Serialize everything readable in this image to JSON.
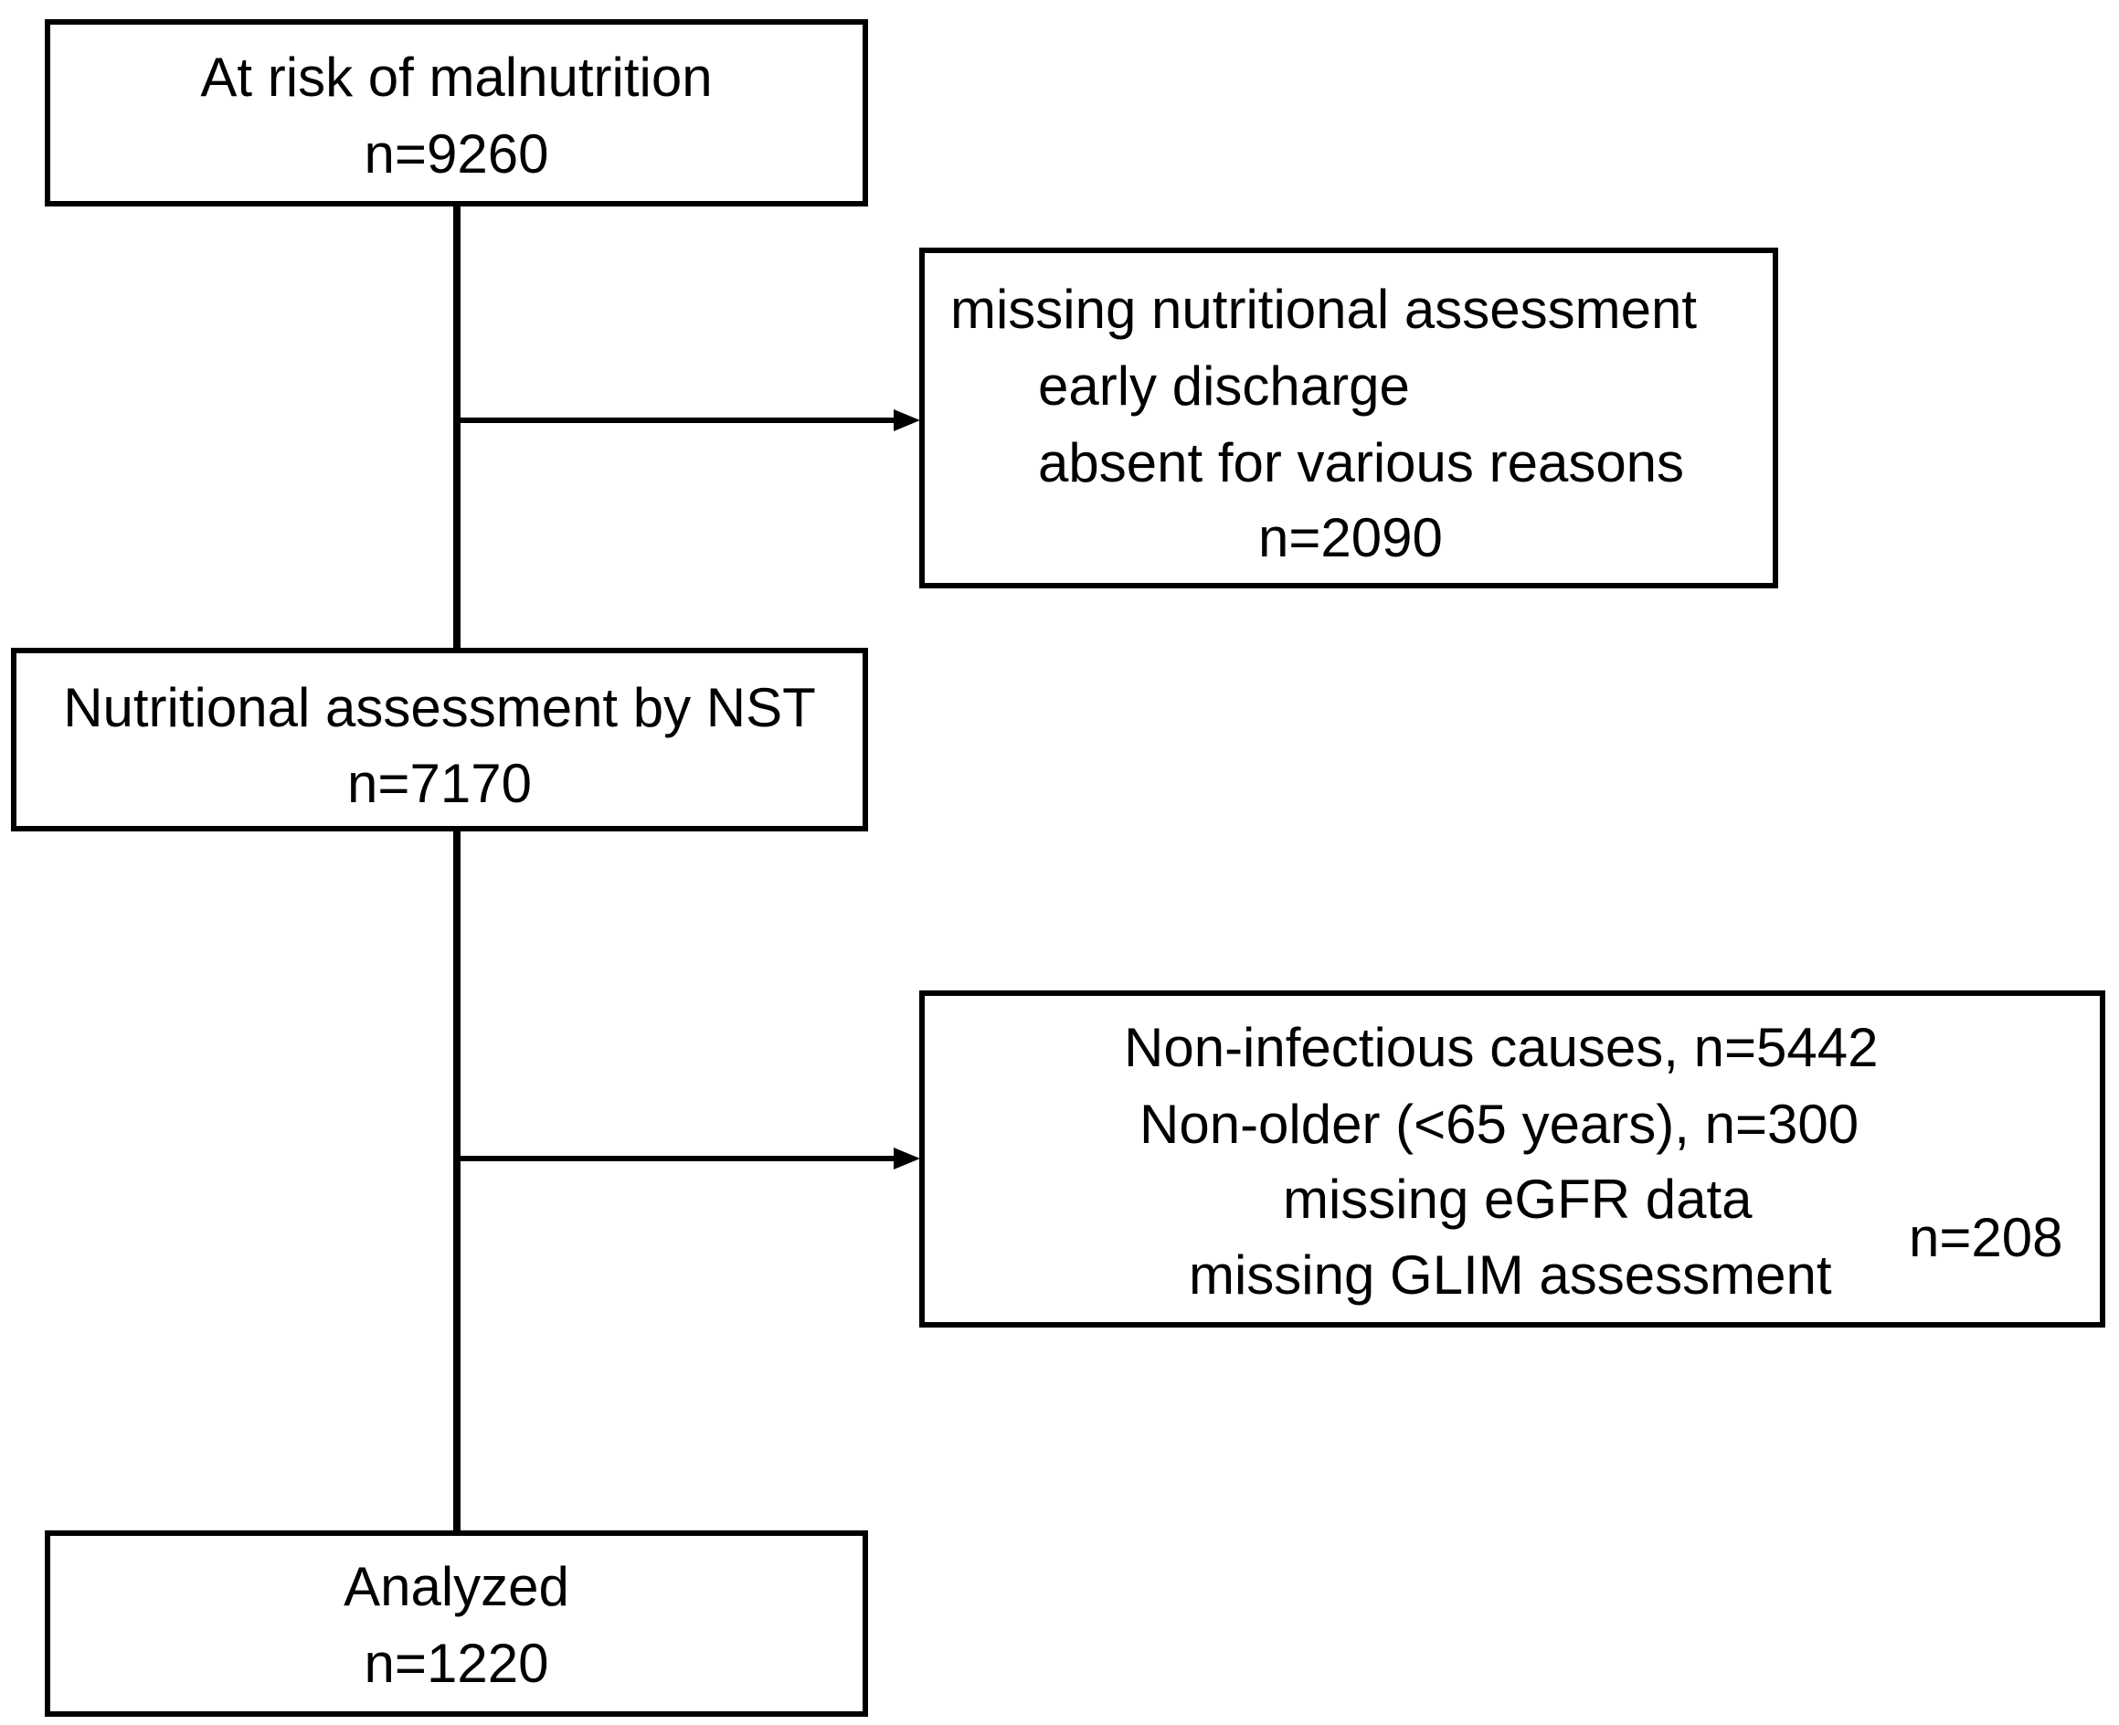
{
  "flowchart": {
    "box1": {
      "title": "At risk of malnutrition",
      "count": "n=9260"
    },
    "exclusion1": {
      "title": "missing nutritional assessment",
      "reason1": "early discharge",
      "reason2": "absent for various reasons",
      "count": "n=2090"
    },
    "box2": {
      "title": "Nutritional assessment by NST",
      "count": "n=7170"
    },
    "exclusion2": {
      "line1": "Non-infectious causes, n=5442",
      "line2": "Non-older (<65 years), n=300",
      "line3": "missing eGFR data",
      "line4": "missing GLIM assessment",
      "bracket_count": "n=208"
    },
    "box3": {
      "title": "Analyzed",
      "count": "n=1220"
    }
  }
}
